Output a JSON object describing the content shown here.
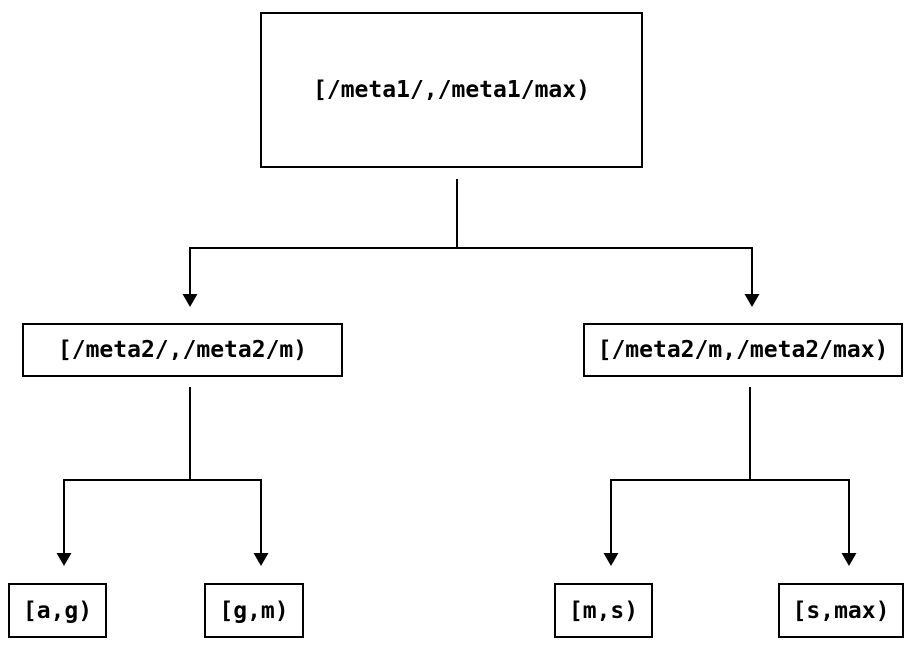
{
  "diagram": {
    "type": "interval-partition-tree",
    "colors": {
      "background": "#ffffff",
      "line": "#000000",
      "box_border": "#000000",
      "text": "#000000"
    },
    "nodes": {
      "root": {
        "label": "[/meta1/,/meta1/max)",
        "level": 1
      },
      "meta2_low": {
        "label": "[/meta2/,/meta2/m)",
        "level": 2
      },
      "meta2_high": {
        "label": "[/meta2/m,/meta2/max)",
        "level": 2
      },
      "leaf_ag": {
        "label": "[a,g)",
        "level": 3
      },
      "leaf_gm": {
        "label": "[g,m)",
        "level": 3
      },
      "leaf_ms": {
        "label": "[m,s)",
        "level": 3
      },
      "leaf_smax": {
        "label": "[s,max)",
        "level": 3
      }
    },
    "edges": [
      {
        "from": "root",
        "to": "meta2_low",
        "arrow": "down"
      },
      {
        "from": "root",
        "to": "meta2_high",
        "arrow": "down"
      },
      {
        "from": "meta2_low",
        "to": "leaf_ag",
        "arrow": "down"
      },
      {
        "from": "meta2_low",
        "to": "leaf_gm",
        "arrow": "down"
      },
      {
        "from": "meta2_high",
        "to": "leaf_ms",
        "arrow": "down"
      },
      {
        "from": "meta2_high",
        "to": "leaf_smax",
        "arrow": "down"
      }
    ]
  }
}
